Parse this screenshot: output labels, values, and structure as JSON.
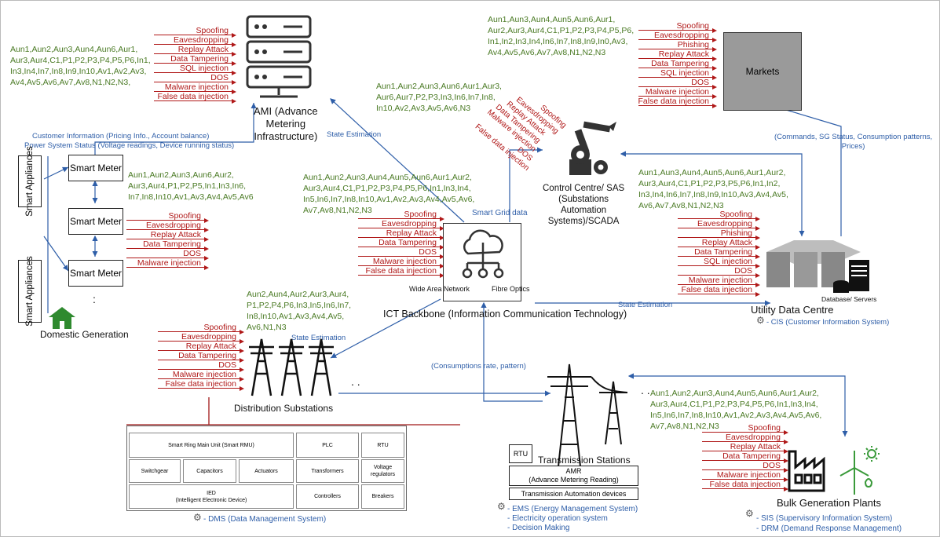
{
  "ami": {
    "codes": "Aun1,Aun2,Aun3,Aun4,Aun6,Aur1,\nAur3,Aur4,C1,P1,P2,P3,P4,P5,P6,In1,\nIn3,In4,In7,In8,In9,In10,Av1,Av2,Av3,\nAv4,Av5,Av6,Av7,Av8,N1,N2,N3,",
    "threats": [
      "Spoofing",
      "Eavesdropping",
      "Replay Attack",
      "Data Tampering",
      "SQL injection",
      "DOS",
      "Malware injection",
      "False data injection"
    ],
    "label": "AMI (Advance\nMetering\nInfrastructure)"
  },
  "customer_info": "Customer Information (Pricing Info., Account balance)",
  "power_status": "Power System Status (Voltage readings, Device running status)",
  "state_estimation": "State Estimation",
  "smart_meter": "Smart Meter",
  "smart_appliances": "Smart Appliances",
  "meter_codes": "Aun1,Aun2,Aun3,Aun6,Aur2,\nAur3,Aur4,P1,P2,P5,In1,In3,In6,\nIn7,In8,In10,Av1,Av3,Av4,Av5,Av6",
  "meter_threats": [
    "Spoofing",
    "Eavesdropping",
    "Replay Attack",
    "Data Tampering",
    "DOS",
    "Malware injection"
  ],
  "domestic_generation": "Domestic Generation",
  "control_centre": {
    "codes_top": "Aun1,Aun3,Aun4,Aun5,Aun6,Aur1,\nAur2,Aur3,Aur4,C1,P1,P2,P3,P4,P5,P6,\nIn1,In2,In3,In4,In6,In7,In8,In9,In0,Av3,\nAv4,Av5,Av6,Av7,Av8,N1,N2,N3",
    "codes_mid": "Aun1,Aun2,Aun3,Aun6,Aur1,Aur3,\nAur6,Aur7,P2,P3,In3,In6,In7,In8,\nIn10,Av2,Av3,Av5,Av6,N3",
    "threats_diag": [
      "Spoofing",
      "Eavesdropping",
      "Replay Attack",
      "Data Tampering",
      "Malware injection",
      "DOS",
      "False data injection"
    ],
    "label": "Control Centre/ SAS\n(Substations\nAutomation\nSystems)/SCADA"
  },
  "markets": {
    "label": "Markets",
    "threats": [
      "Spoofing",
      "Eavesdropping",
      "Phishing",
      "Replay Attack",
      "Data Tampering",
      "SQL injection",
      "DOS",
      "Malware injection",
      "False data injection"
    ],
    "feedback": "(Commands, SG Status, Consumption patterns,\nPrices)"
  },
  "ict": {
    "codes": "Aun1,Aun2,Aun3,Aun4,Aun5,Aun6,Aur1,Aur2,\nAur3,Aur4,C1,P1,P2,P3,P4,P5,P6,In1,In3,In4,\nIn5,In6,In7,In8,In10,Av1,Av2,Av3,Av4,Av5,Av6,\nAv7,Av8,N1,N2,N3",
    "threats": [
      "Spoofing",
      "Eavesdropping",
      "Replay Attack",
      "Data Tampering",
      "DOS",
      "Malware injection",
      "False data injection"
    ],
    "smart_grid_data": "Smart Grid data",
    "wan": "Wide Area Network",
    "fibre": "Fibre Optics",
    "label": "ICT Backbone (Information Communication Technology)"
  },
  "utility": {
    "codes": "Aun1,Aun3,Aun4,Aun5,Aun6,Aur1,Aur2,\nAur3,Aur4,C1,P1,P2,P3,P5,P6,In1,In2,\nIn3,In4,In6,In7,In8,In9,In10,Av3,Av4,Av5,\nAv6,Av7,Av8,N1,N2,N3",
    "threats": [
      "Spoofing",
      "Eavesdropping",
      "Phishing",
      "Replay Attack",
      "Data Tampering",
      "SQL injection",
      "DOS",
      "Malware injection",
      "False data injection"
    ],
    "db_label": "Database/ Servers",
    "label": "Utility Data Centre",
    "cis": "- CIS (Customer Information System)"
  },
  "distribution": {
    "codes": "Aun2,Aun4,Aur2,Aur3,Aur4,\nP1,P2,P4,P6,In3,In5,In6,In7,\nIn8,In10,Av1,Av3,Av4,Av5,\nAv6,N1,N3",
    "threats": [
      "Spoofing",
      "Eavesdropping",
      "Replay Attack",
      "Data Tampering",
      "DOS",
      "Malware injection",
      "False data injection"
    ],
    "label": "Distribution Substations",
    "dots": ". ."
  },
  "consumption": "(Consumptions rate, pattern)",
  "dms_table": {
    "rmu": "Smart Ring Main Unit (Smart RMU)",
    "plc": "PLC",
    "rtu": "RTU",
    "switchgear": "Switchgear",
    "capacitors": "Capacitors",
    "actuators": "Actuators",
    "transformers": "Transformers",
    "voltage": "Voltage\nregulators",
    "ied": "IED\n(Intelligent Electronic Device)",
    "controllers": "Controllers",
    "breakers": "Breakers",
    "dms": "- DMS (Data Management System)"
  },
  "transmission": {
    "rtu": "RTU",
    "label": "Transmission Stations",
    "amr": "AMR\n(Advance Metering Reading)",
    "automation": "Transmission Automation devices",
    "ems": "- EMS (Energy Management System)",
    "eos": "- Electricity operation system",
    "decision": "- Decision Making"
  },
  "bulk": {
    "codes": "Aun1,Aun2,Aun3,Aun4,Aun5,Aun6,Aur1,Aur2,\nAur3,Aur4,C1,P1,P2,P3,P4,P5,P6,In1,In3,In4,\nIn5,In6,In7,In8,In10,Av1,Av2,Av3,Av4,Av5,Av6,\nAv7,Av8,N1,N2,N3",
    "threats": [
      "Spoofing",
      "Eavesdropping",
      "Replay Attack",
      "Data Tampering",
      "DOS",
      "Malware injection",
      "False data injection"
    ],
    "label": "Bulk Generation Plants",
    "sis": "- SIS (Supervisory Information System)",
    "drm": "- DRM (Demand Response Management)"
  },
  "colors": {
    "threat": "#b01818",
    "code": "#4a7a24",
    "flow": "#2e5ea8"
  },
  "icons": [
    "server-icon",
    "robot-arm-icon",
    "cloud-network-icon",
    "transmission-tower-icon",
    "factory-icon",
    "wind-turbine-icon",
    "house-icon",
    "gear-icon",
    "database-icon"
  ]
}
